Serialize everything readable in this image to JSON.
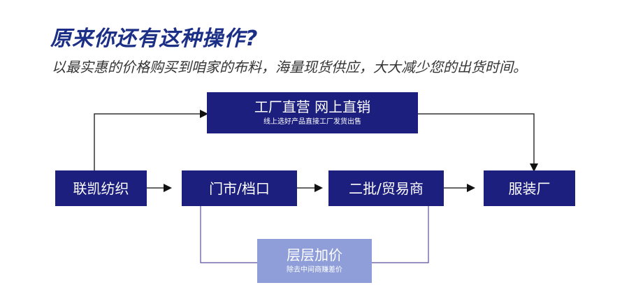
{
  "header": {
    "title": "原来你还有这种操作?",
    "subtitle": "以最实惠的价格购买到咱家的布料，海量现货供应，大大减少您的出货时间。"
  },
  "diagram": {
    "top_box": {
      "label": "工厂直营 网上直销",
      "sublabel": "线上选好产品直接工厂发货出售"
    },
    "nodes": {
      "source": "联凯纺织",
      "store": "门市/档口",
      "wholesale": "二批/贸易商",
      "factory": "服装厂"
    },
    "bottom_box": {
      "label": "层层加价",
      "sublabel": "除去中间商赚差价"
    },
    "colors": {
      "box": "#1c1f7e",
      "box_light": "#8f9ed9",
      "title": "#1c2f86",
      "line": "#333333",
      "line_purple": "#5b4e9a"
    }
  }
}
